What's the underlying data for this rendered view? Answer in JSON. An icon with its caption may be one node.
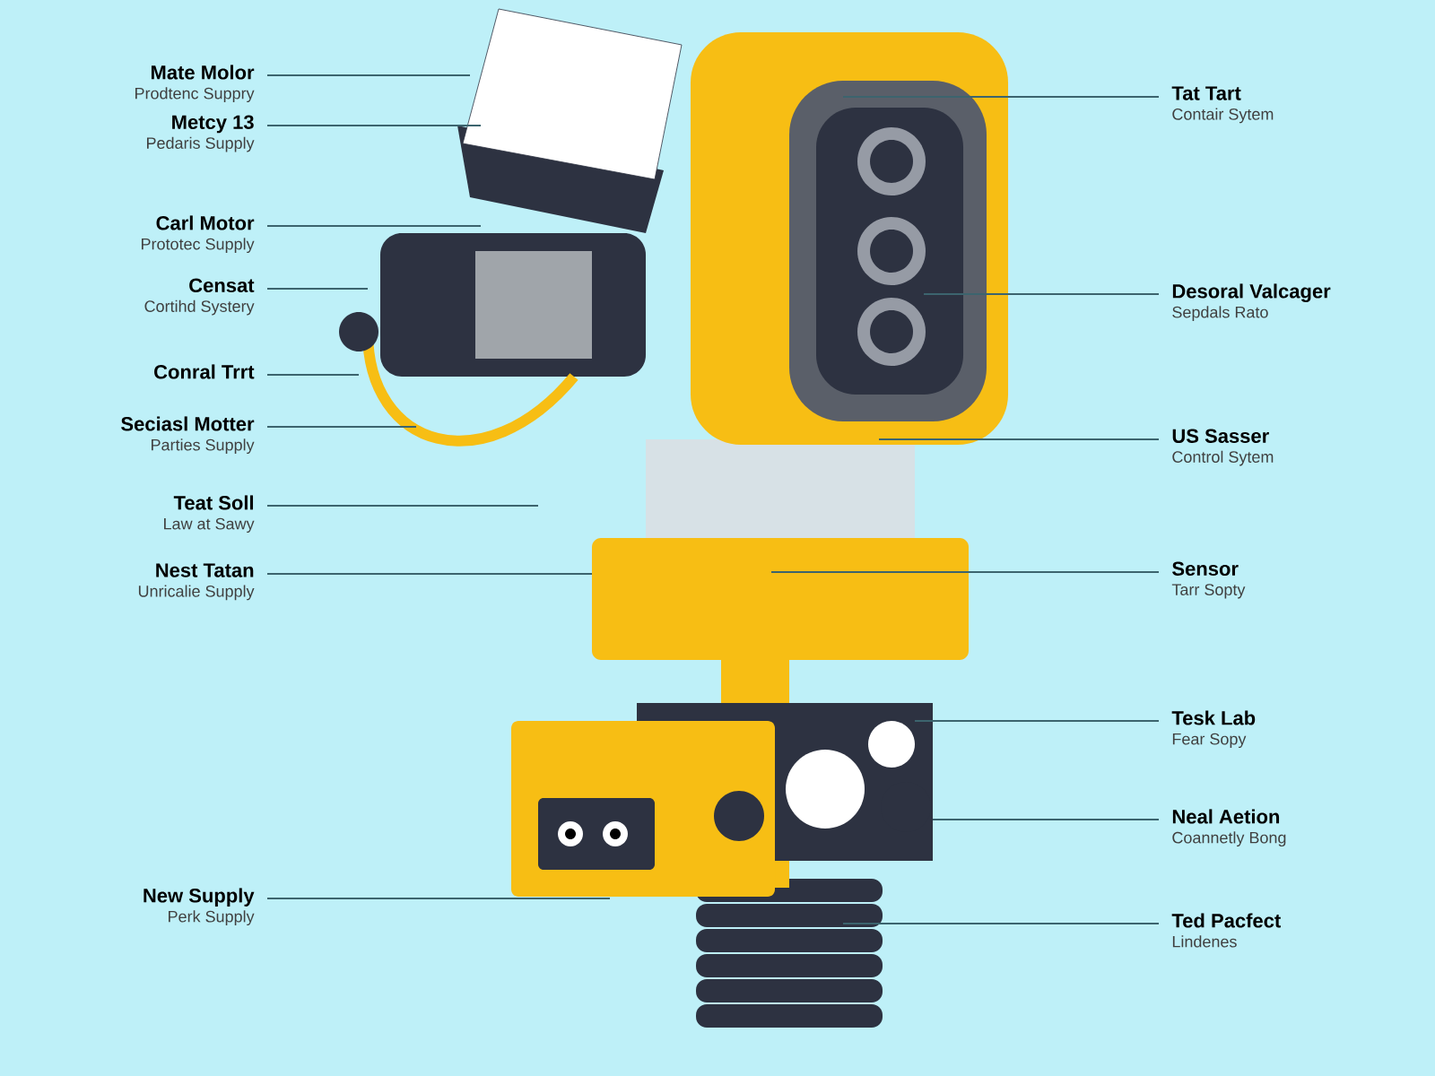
{
  "diagram": {
    "nodes": [
      {
        "text": [
          "Mate Molor",
          "Prodtenc Suppry"
        ]
      },
      {
        "text": [
          "Metcy 13",
          "Pedaris Supply"
        ]
      },
      {
        "text": [
          "Carl Motor",
          "Prototec Supply"
        ]
      },
      {
        "text": [
          "Censat",
          "Cortihd Systery"
        ]
      },
      {
        "text": [
          "Conral Trrt"
        ]
      },
      {
        "text": [
          "Seciasl Motter",
          "Parties Supply"
        ]
      },
      {
        "text": [
          "Teat Soll",
          "Law at Sawy"
        ]
      },
      {
        "text": [
          "Nest Tatan",
          "Unricalie Supply"
        ]
      },
      {
        "text": [
          "New Supply",
          "Perk Supply"
        ]
      },
      {
        "text": [
          "Tat Tart",
          "Contair Sytem"
        ]
      },
      {
        "text": [
          "Desoral Valcager",
          "Sepdals Rato"
        ]
      },
      {
        "text": [
          "US Sasser",
          "Control Sytem"
        ]
      },
      {
        "text": [
          "Sensor",
          "Tarr Sopty"
        ]
      },
      {
        "text": [
          "Tesk Lab",
          "Fear Sopy"
        ]
      },
      {
        "text": [
          "Neal Aetion",
          "Coannetly Bong"
        ]
      },
      {
        "text": [
          "Ted Pacfect",
          "Lindenes"
        ]
      }
    ],
    "edges": [
      {
        "from": 0,
        "to": null,
        "arrow": "none"
      },
      {
        "from": 1,
        "to": null,
        "arrow": "none"
      },
      {
        "from": 2,
        "to": null,
        "arrow": "none"
      },
      {
        "from": 3,
        "to": null,
        "arrow": "none"
      },
      {
        "from": 4,
        "to": null,
        "arrow": "none"
      },
      {
        "from": 5,
        "to": null,
        "arrow": "none"
      },
      {
        "from": 6,
        "to": null,
        "arrow": "none"
      },
      {
        "from": 7,
        "to": null,
        "arrow": "none"
      },
      {
        "from": 8,
        "to": null,
        "arrow": "none"
      },
      {
        "from": 9,
        "to": null,
        "arrow": "none"
      },
      {
        "from": 10,
        "to": null,
        "arrow": "none"
      },
      {
        "from": 11,
        "to": null,
        "arrow": "none"
      },
      {
        "from": 12,
        "to": null,
        "arrow": "none"
      },
      {
        "from": 13,
        "to": null,
        "arrow": "none"
      },
      {
        "from": 14,
        "to": null,
        "arrow": "none"
      },
      {
        "from": 15,
        "to": null,
        "arrow": "none"
      }
    ]
  }
}
